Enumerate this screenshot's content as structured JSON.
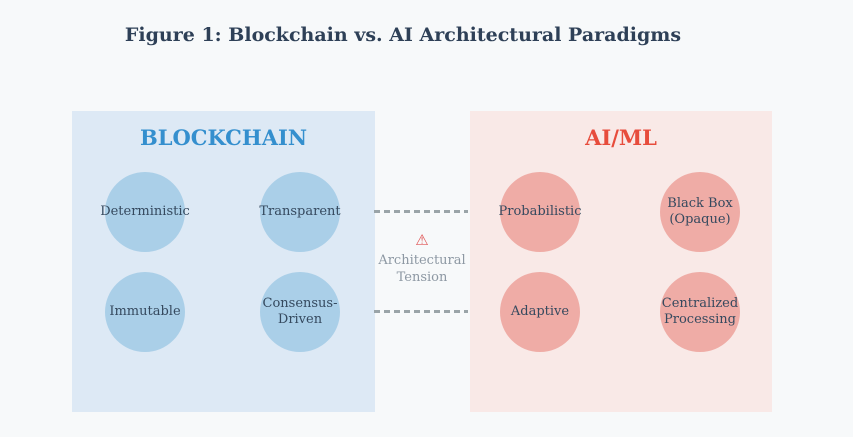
{
  "figure": {
    "title": "Figure 1: Blockchain vs. AI Architectural Paradigms"
  },
  "left_panel": {
    "header": "BLOCKCHAIN",
    "circles": [
      "Deterministic",
      "Transparent",
      "Immutable",
      "Consensus-Driven"
    ]
  },
  "right_panel": {
    "header": "AI/ML",
    "circles": [
      "Probabilistic",
      "Black Box (Opaque)",
      "Adaptive",
      "Centralized Processing"
    ]
  },
  "tension": {
    "warning_icon": "⚠",
    "label": "Architectural Tension"
  },
  "colors": {
    "page_bg": "#f7f9fa",
    "title_text": "#2e4057",
    "blockchain_accent": "#348fce",
    "blockchain_panel_bg": "#dde9f5",
    "blockchain_circle_bg": "#aacfe8",
    "ai_accent": "#e74c3c",
    "ai_panel_bg": "#f9e9e7",
    "ai_circle_bg": "#efaca6",
    "circle_text": "#35495e",
    "tension_text": "#8d98a3",
    "warning_icon_color": "#e05555",
    "dash_color": "#9aa4a8"
  }
}
